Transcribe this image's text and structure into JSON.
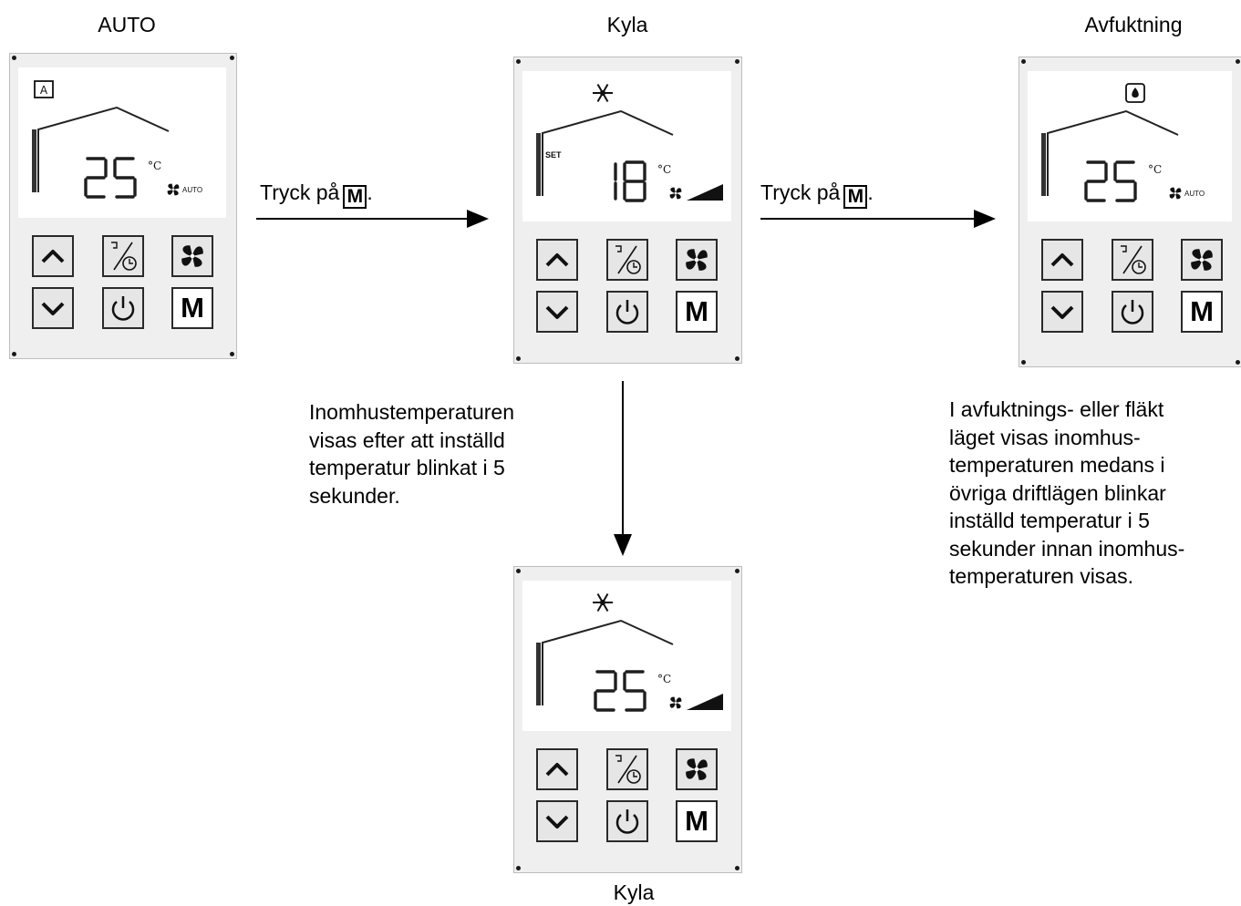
{
  "titles": {
    "auto": "AUTO",
    "kyla_top": "Kyla",
    "avfuktning": "Avfuktning",
    "kyla_bottom": "Kyla"
  },
  "steps": {
    "press_1_text": "Tryck på",
    "press_1_key": "M",
    "press_1_suffix": ".",
    "press_2_text": "Tryck på",
    "press_2_key": "M",
    "press_2_suffix": "."
  },
  "notes": {
    "cooling_lines": [
      "Inomhustemperaturen",
      "visas efter att inställd",
      "temperatur blinkat i 5",
      "sekunder."
    ],
    "dehumid_lines": [
      "I avfuktnings- eller fläkt",
      "läget visas inomhus-",
      "temperaturen medans i",
      "övriga driftlägen blinkar",
      "inställd temperatur i 5",
      "sekunder innan inomhus-",
      "temperaturen visas."
    ]
  },
  "panels": {
    "auto": {
      "mode_icon": "auto-mode-icon",
      "temperature": "25",
      "unit": "°C",
      "set_label": "",
      "fan_label": "AUTO",
      "fan_speed_icon": ""
    },
    "cooling_set": {
      "mode_icon": "snowflake-icon",
      "temperature": "18",
      "unit": "°C",
      "set_label": "SET",
      "fan_label": "",
      "fan_speed_icon": "fan-speed-bars-icon"
    },
    "dehumid": {
      "mode_icon": "water-drop-icon",
      "temperature": "25",
      "unit": "°C",
      "set_label": "",
      "fan_label": "AUTO",
      "fan_speed_icon": ""
    },
    "cooling_room": {
      "mode_icon": "snowflake-icon",
      "temperature": "25",
      "unit": "°C",
      "set_label": "",
      "fan_label": "",
      "fan_speed_icon": "fan-speed-bars-icon"
    }
  },
  "buttons": {
    "up": "up-arrow-icon",
    "timer": "timer-icon",
    "fan": "fan-icon",
    "down": "down-arrow-icon",
    "power": "power-icon",
    "mode_label": "M"
  }
}
